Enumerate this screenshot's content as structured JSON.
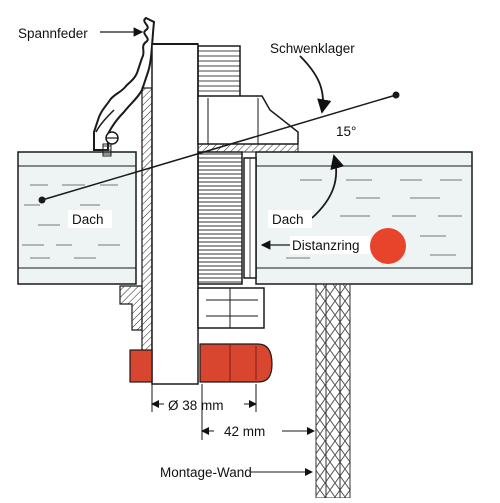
{
  "diagram": {
    "labels": {
      "spannfeder": "Spannfeder",
      "schwenklager": "Schwenklager",
      "angle": "15°",
      "dach_left": "Dach",
      "dach_right": "Dach",
      "distanzring": "Distanzring",
      "diameter": "Ø 38 mm",
      "distance": "42 mm",
      "montage_wand": "Montage-Wand"
    },
    "colors": {
      "roof_fill": "#eef3f4",
      "outline": "#1a1a1a",
      "accent_red": "#e8442c",
      "nut_red": "#d9462f"
    }
  }
}
